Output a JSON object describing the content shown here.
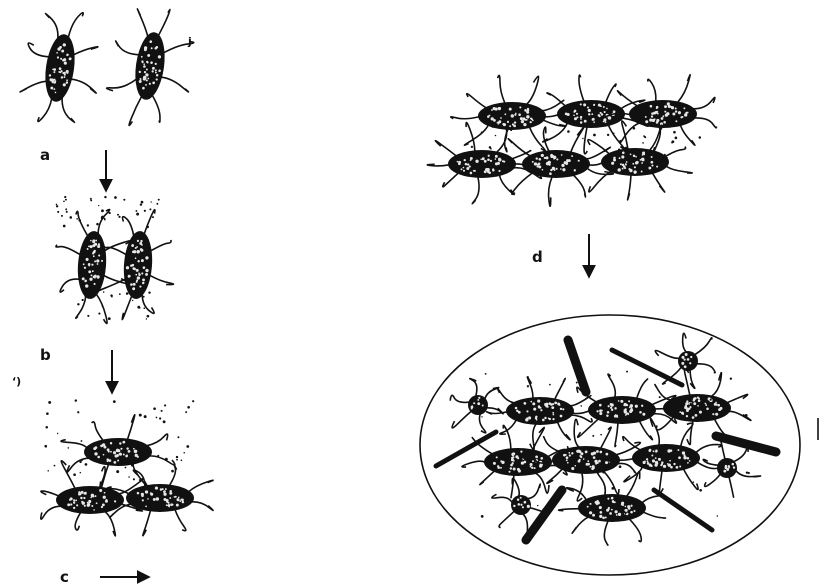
{
  "labels": {
    "a": "a",
    "b": "b",
    "c": "c",
    "d": "d",
    "stray_dot": ".",
    "stray_mark": "ʻ)",
    "stray_j": "j"
  },
  "colors": {
    "ink": "#111111",
    "speckle": "#e8e8e8",
    "paper": "#ffffff"
  }
}
